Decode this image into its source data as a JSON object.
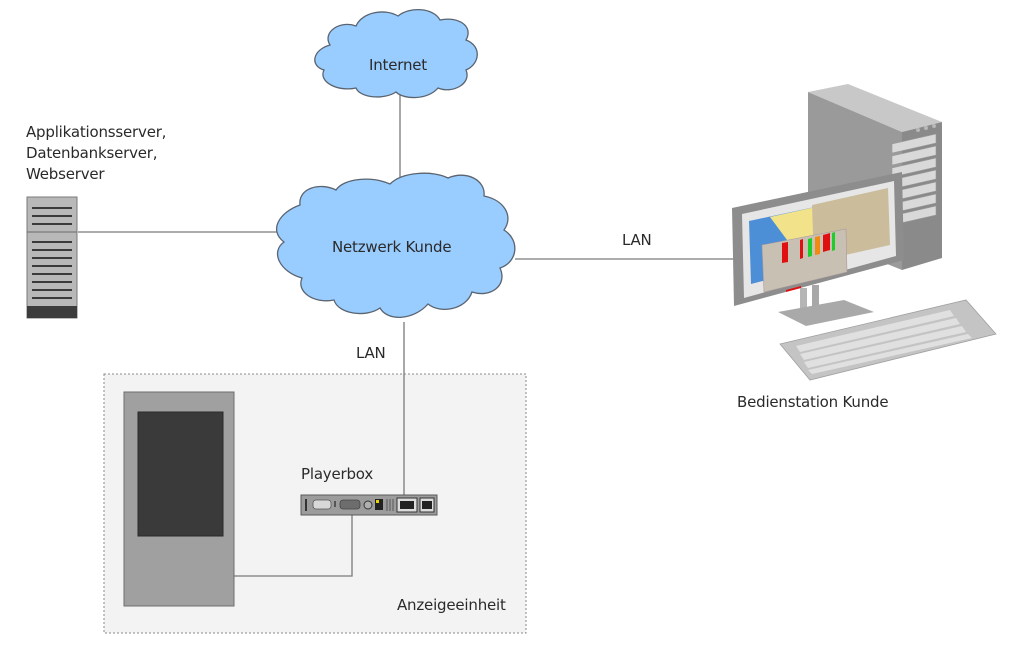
{
  "diagram": {
    "nodes": {
      "internet": {
        "label": "Internet",
        "icon": "cloud-icon"
      },
      "network": {
        "label": "Netzwerk Kunde",
        "icon": "cloud-icon"
      },
      "server": {
        "label": "Applikationsserver,\nDatenbankserver,\nWebserver",
        "icon": "server-rack-icon"
      },
      "workstation": {
        "label": "Bedienstation Kunde",
        "icon": "desktop-computer-icon"
      },
      "playerbox": {
        "label": "Playerbox",
        "icon": "playerbox-device-icon"
      },
      "display_unit": {
        "label": "Anzeigeeinheit",
        "icon": "display-stele-icon"
      }
    },
    "connections": [
      {
        "from": "internet",
        "to": "network",
        "label": ""
      },
      {
        "from": "server",
        "to": "network",
        "label": ""
      },
      {
        "from": "network",
        "to": "workstation",
        "label": "LAN"
      },
      {
        "from": "network",
        "to": "playerbox",
        "label": "LAN"
      },
      {
        "from": "playerbox",
        "to": "display_unit",
        "label": ""
      }
    ],
    "colors": {
      "cloud_fill": "#99ccff",
      "cloud_stroke": "#5a6470",
      "line": "#7a7a7a",
      "device_gray": "#a3a3a3",
      "screen_dark": "#3a3a3a",
      "group_fill": "#f3f3f3"
    }
  }
}
